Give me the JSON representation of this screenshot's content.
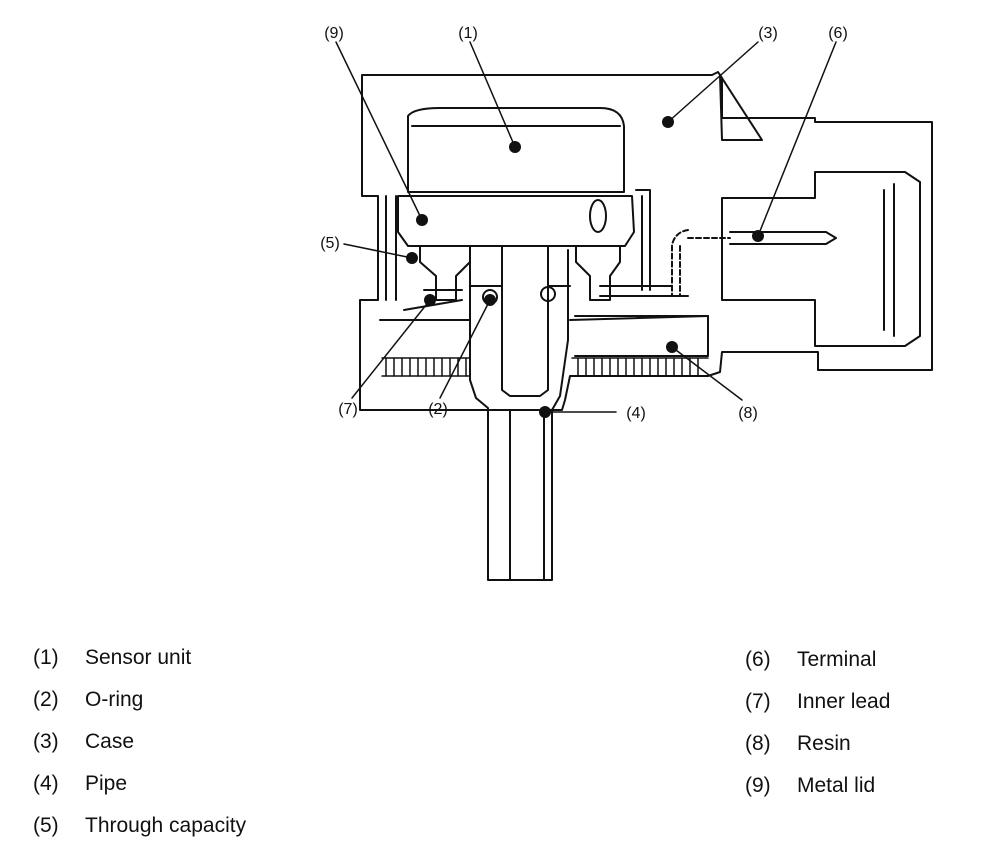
{
  "callouts": [
    {
      "id": "1",
      "label": "(1)"
    },
    {
      "id": "2",
      "label": "(2)"
    },
    {
      "id": "3",
      "label": "(3)"
    },
    {
      "id": "4",
      "label": "(4)"
    },
    {
      "id": "5",
      "label": "(5)"
    },
    {
      "id": "6",
      "label": "(6)"
    },
    {
      "id": "7",
      "label": "(7)"
    },
    {
      "id": "8",
      "label": "(8)"
    },
    {
      "id": "9",
      "label": "(9)"
    }
  ],
  "legend": [
    {
      "num": "(1)",
      "text": "Sensor unit"
    },
    {
      "num": "(2)",
      "text": "O-ring"
    },
    {
      "num": "(3)",
      "text": "Case"
    },
    {
      "num": "(4)",
      "text": "Pipe"
    },
    {
      "num": "(5)",
      "text": "Through capacity"
    },
    {
      "num": "(6)",
      "text": "Terminal"
    },
    {
      "num": "(7)",
      "text": "Inner lead"
    },
    {
      "num": "(8)",
      "text": "Resin"
    },
    {
      "num": "(9)",
      "text": "Metal lid"
    }
  ]
}
